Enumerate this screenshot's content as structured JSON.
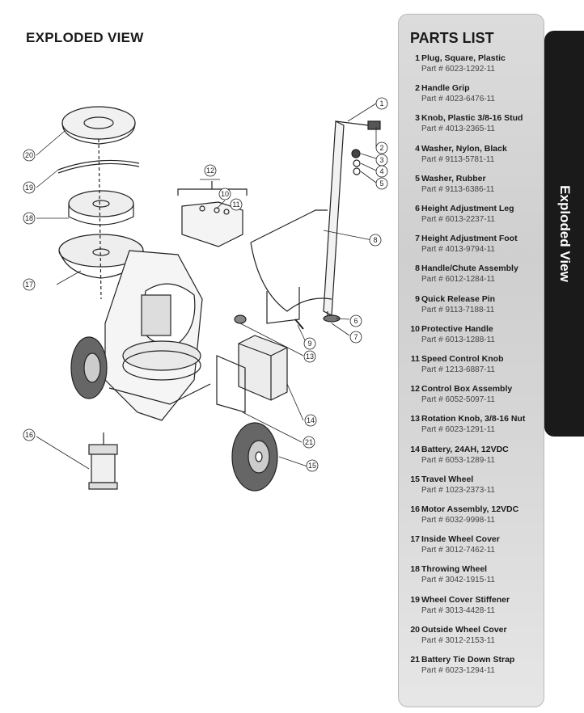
{
  "page": {
    "title": "EXPLODED VIEW",
    "side_tab": "Exploded View"
  },
  "parts_list": {
    "title": "PARTS LIST",
    "items": [
      {
        "num": "1",
        "name": "Plug, Square, Plastic",
        "part": "Part # 6023-1292-11"
      },
      {
        "num": "2",
        "name": "Handle Grip",
        "part": "Part # 4023-6476-11"
      },
      {
        "num": "3",
        "name": "Knob, Plastic 3/8-16 Stud",
        "part": "Part # 4013-2365-11"
      },
      {
        "num": "4",
        "name": "Washer, Nylon, Black",
        "part": "Part # 9113-5781-11"
      },
      {
        "num": "5",
        "name": "Washer, Rubber",
        "part": "Part # 9113-6386-11"
      },
      {
        "num": "6",
        "name": "Height Adjustment Leg",
        "part": "Part # 6013-2237-11"
      },
      {
        "num": "7",
        "name": "Height Adjustment Foot",
        "part": "Part # 4013-9794-11"
      },
      {
        "num": "8",
        "name": "Handle/Chute Assembly",
        "part": "Part # 6012-1284-11"
      },
      {
        "num": "9",
        "name": "Quick Release Pin",
        "part": "Part # 9113-7188-11"
      },
      {
        "num": "10",
        "name": "Protective Handle",
        "part": "Part # 6013-1288-11"
      },
      {
        "num": "11",
        "name": "Speed Control Knob",
        "part": "Part # 1213-6887-11"
      },
      {
        "num": "12",
        "name": "Control Box Assembly",
        "part": "Part # 6052-5097-11"
      },
      {
        "num": "13",
        "name": "Rotation Knob, 3/8-16 Nut",
        "part": "Part # 6023-1291-11"
      },
      {
        "num": "14",
        "name": "Battery, 24AH, 12VDC",
        "part": "Part # 6053-1289-11"
      },
      {
        "num": "15",
        "name": "Travel Wheel",
        "part": "Part # 1023-2373-11"
      },
      {
        "num": "16",
        "name": "Motor Assembly, 12VDC",
        "part": "Part # 6032-9998-11"
      },
      {
        "num": "17",
        "name": "Inside Wheel Cover",
        "part": "Part # 3012-7462-11"
      },
      {
        "num": "18",
        "name": "Throwing Wheel",
        "part": "Part # 3042-1915-11"
      },
      {
        "num": "19",
        "name": "Wheel Cover Stiffener",
        "part": "Part # 3013-4428-11"
      },
      {
        "num": "20",
        "name": "Outside Wheel Cover",
        "part": "Part # 3012-2153-11"
      },
      {
        "num": "21",
        "name": "Battery Tie Down Strap",
        "part": "Part # 6023-1294-11"
      }
    ]
  },
  "diagram": {
    "callouts": [
      "1",
      "2",
      "3",
      "4",
      "5",
      "6",
      "7",
      "8",
      "9",
      "10",
      "11",
      "12",
      "13",
      "14",
      "15",
      "16",
      "17",
      "18",
      "19",
      "20",
      "21"
    ]
  }
}
